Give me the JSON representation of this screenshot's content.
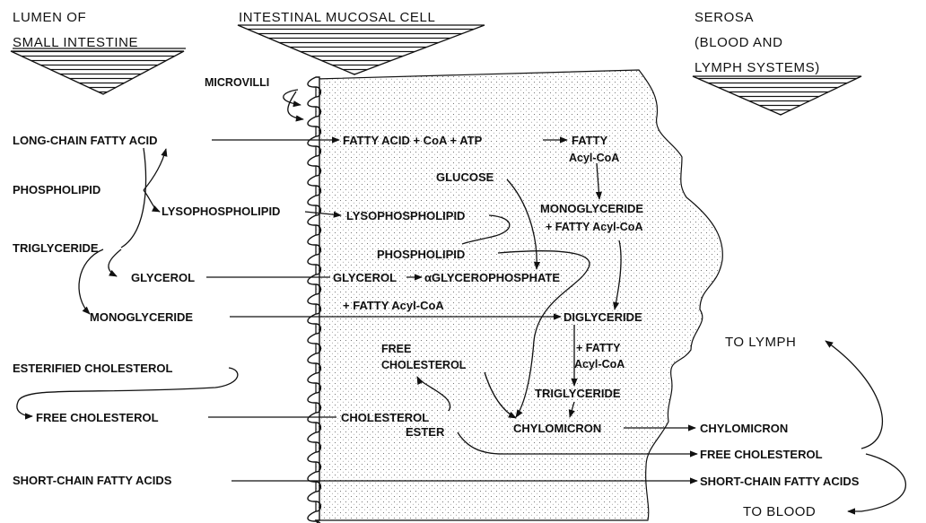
{
  "headers": {
    "lumen": [
      "LUMEN OF",
      "SMALL INTESTINE"
    ],
    "cell": "INTESTINAL MUCOSAL CELL",
    "serosa": [
      "SEROSA",
      "(BLOOD AND",
      "LYMPH SYSTEMS)"
    ]
  },
  "lumen": {
    "long_chain_fatty_acid": "LONG-CHAIN FATTY ACID",
    "phospholipid": "PHOSPHOLIPID",
    "lysophospholipid": "LYSOPHOSPHOLIPID",
    "triglyceride": "TRIGLYCERIDE",
    "glycerol": "GLYCEROL",
    "monoglyceride": "MONOGLYCERIDE",
    "esterified_cholesterol": "ESTERIFIED CHOLESTEROL",
    "free_cholesterol": "FREE CHOLESTEROL",
    "short_chain": "SHORT-CHAIN FATTY ACIDS"
  },
  "cell": {
    "microvilli": "MICROVILLI",
    "fa_coa_atp": "FATTY ACID + CoA + ATP",
    "fatty": "FATTY",
    "acyl_coa": "Acyl-CoA",
    "glucose": "GLUCOSE",
    "monoglyceride": "MONOGLYCERIDE",
    "plus_fatty_acyl_coa": "+ FATTY Acyl-CoA",
    "lysophospholipid": "LYSOPHOSPHOLIPID",
    "phospholipid": "PHOSPHOLIPID",
    "glycerol_to_gp": "GLYCEROL",
    "alpha_gp": "αGLYCEROPHOSPHATE",
    "plus_fatty_acyl_coa_2": "+ FATTY Acyl-CoA",
    "diglyceride": "DIGLYCERIDE",
    "plus_fatty": "+ FATTY",
    "acyl_coa_2": "Acyl-CoA",
    "free": "FREE",
    "cholesterol": "CHOLESTEROL",
    "triglyceride": "TRIGLYCERIDE",
    "cholesterol2": "CHOLESTEROL",
    "ester": "ESTER",
    "chylomicron": "CHYLOMICRON"
  },
  "serosa": {
    "to_lymph": "TO LYMPH",
    "chylomicron": "CHYLOMICRON",
    "free_cholesterol": "FREE CHOLESTEROL",
    "short_chain": "SHORT-CHAIN FATTY ACIDS",
    "to_blood": "TO BLOOD"
  }
}
